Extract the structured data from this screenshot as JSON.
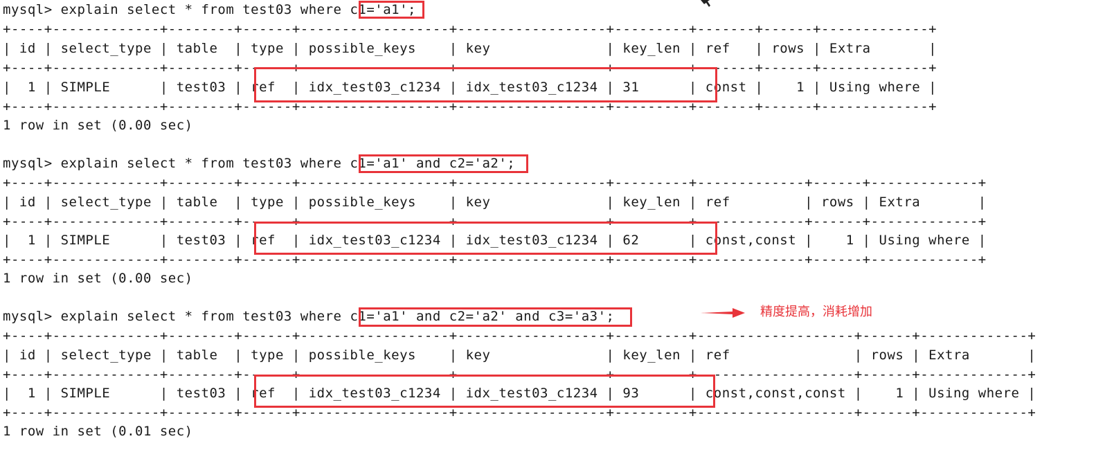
{
  "annotation": {
    "note": "精度提高，消耗增加",
    "color": "#e8343a"
  },
  "queries": [
    {
      "prompt": "mysql> explain select * from test03 where ",
      "condition": "c1='a1'",
      "terminator": ";",
      "border": "+----+-------------+--------+------+------------------+------------------+---------+-------+------+-------------+",
      "header": "| id | select_type | table  | type | possible_keys    | key              | key_len | ref   | rows | Extra       |",
      "row": "|  1 | SIMPLE      | test03 | ref  | idx_test03_c1234 | idx_test03_c1234 | 31      | const |    1 | Using where |",
      "footer": "1 row in set (0.00 sec)"
    },
    {
      "prompt": "mysql> explain select * from test03 where ",
      "condition": "c1='a1' and c2='a2'",
      "terminator": ";",
      "border": "+----+-------------+--------+------+------------------+------------------+---------+-------------+------+-------------+",
      "header": "| id | select_type | table  | type | possible_keys    | key              | key_len | ref         | rows | Extra       |",
      "row": "|  1 | SIMPLE      | test03 | ref  | idx_test03_c1234 | idx_test03_c1234 | 62      | const,const |    1 | Using where |",
      "footer": "1 row in set (0.00 sec)"
    },
    {
      "prompt": "mysql> explain select * from test03 where ",
      "condition": "c1='a1' and c2='a2' and c3='a3'",
      "terminator": ";",
      "border": "+----+-------------+--------+------+------------------+------------------+---------+-------------------+------+-------------+",
      "header": "| id | select_type | table  | type | possible_keys    | key              | key_len | ref               | rows | Extra       |",
      "row": "|  1 | SIMPLE      | test03 | ref  | idx_test03_c1234 | idx_test03_c1234 | 93      | const,const,const |    1 | Using where |",
      "footer": "1 row in set (0.01 sec)"
    }
  ]
}
